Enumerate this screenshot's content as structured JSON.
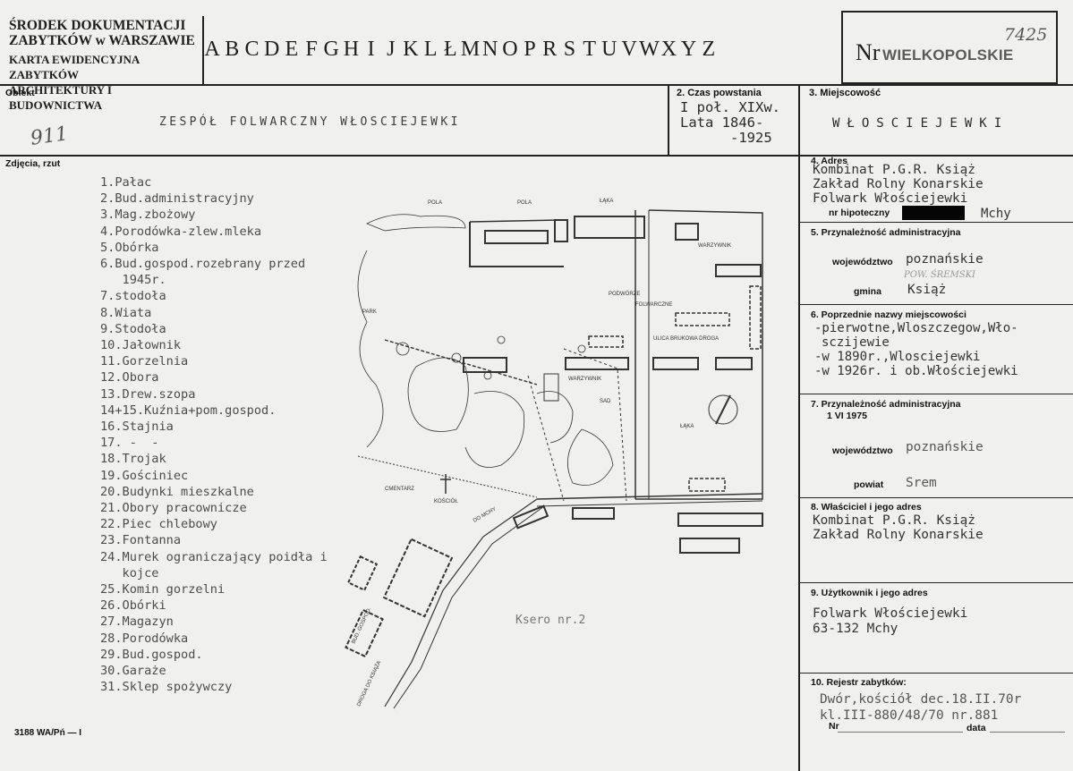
{
  "header": {
    "institution_lines": [
      "ŚRODEK DOKUMENTACJI",
      "ZABYTKÓW w WARSZAWIE",
      "KARTA EWIDENCYJNA ZABYTKÓW",
      "ARCHITEKTURY I BUDOWNICTWA"
    ],
    "letters": [
      "A",
      "B",
      "C",
      "D",
      "E",
      "F",
      "G",
      "H",
      "I",
      "J",
      "K",
      "L",
      "Ł",
      "M",
      "N",
      "O",
      "P",
      "R",
      "S",
      "T",
      "U",
      "V",
      "W",
      "X",
      "Y",
      "Z"
    ],
    "nr_label": "Nr",
    "region": "WIELKOPOLSKIE",
    "handwritten_number": "7425"
  },
  "row1": {
    "obiekt_label": "Obiekt",
    "obiekt_value": "ZESPÓŁ FOLWARCZNY WŁOSCIEJEWKI",
    "hand_mark": "911",
    "czas_label": "2. Czas powstania",
    "czas_value_lines": [
      "I poł. XIXw.",
      "Lata 1846-",
      "-1925"
    ],
    "miejscowosc_label": "3. Miejscowość",
    "miejscowosc_value": "WŁOSCIEJEWKI"
  },
  "photos_label": "Zdjęcia, rzut",
  "legend": [
    "1.Pałac",
    "2.Bud.administracyjny",
    "3.Mag.zbożowy",
    "4.Porodówka-zlew.mleka",
    "5.Obórka",
    "6.Bud.gospod.rozebrany przed",
    "   1945r.",
    "7.stodoła",
    "8.Wiata",
    "9.Stodoła",
    "10.Jałownik",
    "11.Gorzelnia",
    "12.Obora",
    "13.Drew.szopa",
    "14+15.Kuźnia+pom.gospod.",
    "16.Stajnia",
    "17. -  -",
    "18.Trojak",
    "19.Gościniec",
    "20.Budynki mieszkalne",
    "21.Obory pracownicze",
    "22.Piec chlebowy",
    "23.Fontanna",
    "24.Murek ograniczający poidła i",
    "   kojce",
    "25.Komin gorzelni",
    "26.Obórki",
    "27.Magazyn",
    "28.Porodówka",
    "29.Bud.gospod.",
    "30.Garaże",
    "31.Sklep spożywczy"
  ],
  "map": {
    "labels": {
      "pola_1": "POLA",
      "pola_2": "POLA",
      "laka_1": "ŁĄKA",
      "laka_2": "ŁĄKA",
      "park": "PARK",
      "podworze": "PODWÓRZE",
      "folwarczne": "FOLWARCZNE",
      "warzywnik_1": "WARZYWNIK",
      "warzywnik_2": "WARZYWNIK",
      "sad": "SAD",
      "droga": "ULICA BRUKOWA DROGA",
      "cmentarz": "CMENTARZ",
      "kosciol": "KOŚCIÓŁ",
      "road_top": "DO MCHY",
      "road_bottom": "DROGA DO KSIĄŻA",
      "bud_gospod": "BUD. GOSPOD."
    },
    "kserox": "Ksero nr.2"
  },
  "right": {
    "adres_label": "4. Adres",
    "adres_lines": [
      "Kombinat P.G.R. Książ",
      "Zakład Rolny Konarskie",
      "Folwark Włościejewki"
    ],
    "hipoteczny_label": "nr hipoteczny",
    "hipoteczny_tail": "Mchy",
    "przyn_label": "5. Przynależność administracyjna",
    "woj_label": "województwo",
    "woj_value": "poznańskie",
    "pow_hand": "POW. ŚREMSKI",
    "gmina_label": "gmina",
    "gmina_value": "Książ",
    "poprz_label": "6. Poprzednie nazwy miejscowości",
    "poprz_lines": [
      "-pierwotne,Wloszczegow,Wło-",
      "sczijewie",
      "-w 1890r.,Wlosciejewki",
      "-w 1926r. i ob.Włościejewki"
    ],
    "przyn2_label": "7. Przynależność administracyjna",
    "przyn2_date": "1 VI 1975",
    "woj2_label": "województwo",
    "woj2_value": "poznańskie",
    "powiat_label": "powiat",
    "powiat_value": "Srem",
    "wlasc_label": "8. Właściciel i jego adres",
    "wlasc_lines": [
      "Kombinat P.G.R. Książ",
      "Zakład Rolny Konarskie"
    ],
    "uzyt_label": "9. Użytkownik i jego adres",
    "uzyt_lines": [
      "Folwark Włościejewki",
      "63-132 Mchy"
    ],
    "rejestr_label": "10. Rejestr zabytków:",
    "rejestr_lines": [
      "Dwór,kościół dec.18.II.70r",
      "kl.III-880/48/70 nr.881"
    ],
    "nr_label": "Nr",
    "data_label": "data"
  },
  "footer": "3188 WA/Pń — I"
}
